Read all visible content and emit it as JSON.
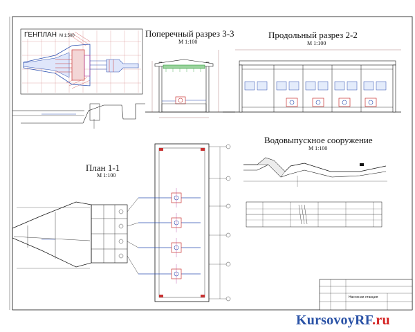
{
  "sheet": {
    "genplan_label": "ГЕНПЛАН",
    "genplan_scale": "М 1:500",
    "cross_section_title": "Поперечный разрез 3-3",
    "cross_section_scale": "М 1:100",
    "long_section_title": "Продольный разрез 2-2",
    "long_section_scale": "М 1:100",
    "outlet_title": "Водовыпускное сооружение",
    "outlet_scale": "М 1:100",
    "plan_title": "План 1-1",
    "plan_scale": "М 1:100",
    "stamp_title": "Насосная станция"
  },
  "watermark": {
    "main": "KursovoyRF",
    "suffix": ".ru",
    "brand_color": "#2a52a6",
    "accent_color": "#d42020"
  },
  "colors": {
    "line": "#1a1a1a",
    "accent_red": "#c83232",
    "accent_blue": "#2b4fb0",
    "accent_green": "#2e9e3a",
    "accent_magenta": "#b03aa0",
    "dimension": "#7a2a2a"
  }
}
